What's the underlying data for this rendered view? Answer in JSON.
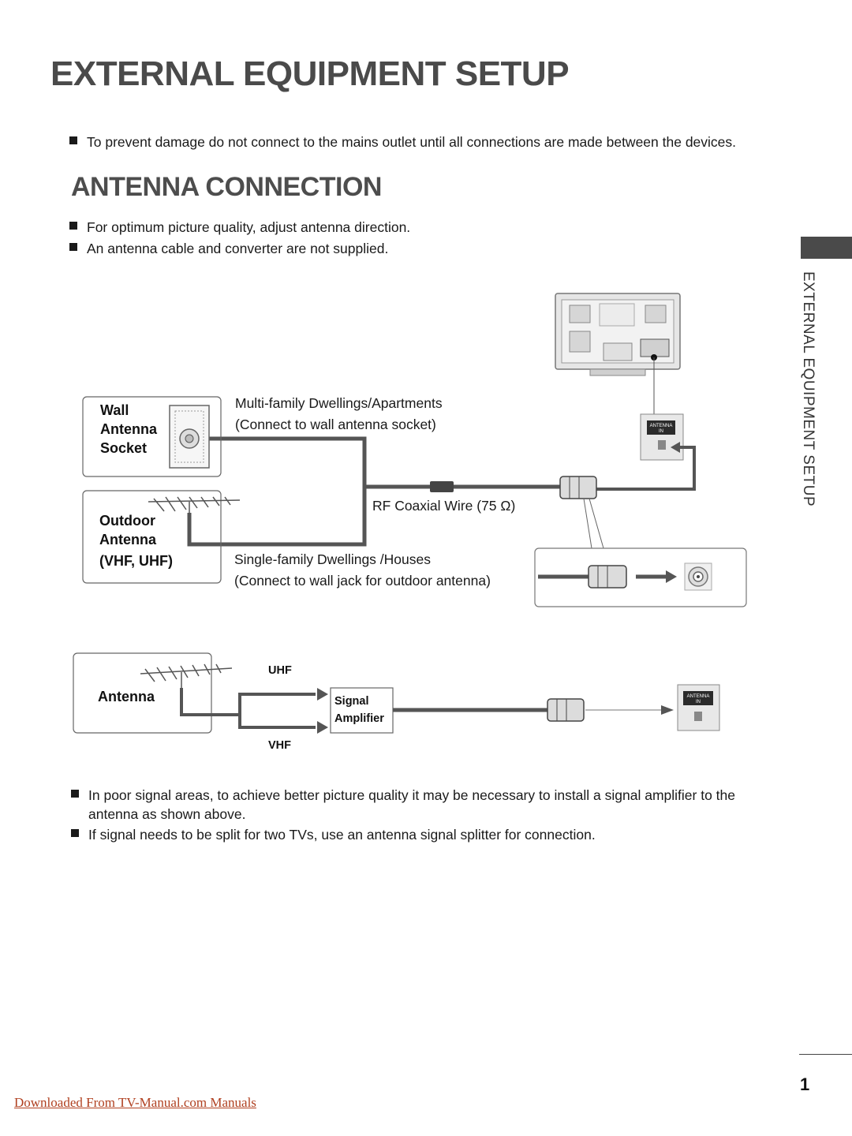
{
  "page": {
    "title": "EXTERNAL EQUIPMENT SETUP",
    "side_tab_text": "EXTERNAL EQUIPMENT SETUP",
    "page_number": "1",
    "footer_link": "Downloaded From TV-Manual.com Manuals"
  },
  "intro_bullets": [
    "To prevent damage do not connect to the mains outlet until all connections are made between the devices."
  ],
  "section": {
    "title": "ANTENNA CONNECTION",
    "bullets": [
      "For optimum picture quality, adjust antenna direction.",
      "An antenna cable and converter are not supplied."
    ]
  },
  "diagram1": {
    "wall_label": [
      "Wall",
      "Antenna",
      "Socket"
    ],
    "outdoor_label": [
      "Outdoor",
      "Antenna",
      "(VHF, UHF)"
    ],
    "multi_family": "Multi-family Dwellings/Apartments",
    "multi_family_note": "(Connect to wall antenna socket)",
    "rf_wire": "RF Coaxial Wire (75 Ω)",
    "single_family": "Single-family Dwellings /Houses",
    "single_family_note": "(Connect to wall jack for outdoor antenna)",
    "port_label": [
      "ANTENNA",
      "IN"
    ]
  },
  "diagram2": {
    "antenna_label": "Antenna",
    "uhf": "UHF",
    "vhf": "VHF",
    "amplifier_label": [
      "Signal",
      "Amplifier"
    ],
    "port_label": [
      "ANTENNA",
      "IN"
    ]
  },
  "bottom_bullets": [
    "In poor signal areas, to achieve better picture quality it may be necessary to install a signal amplifier to the antenna as shown above.",
    "If signal needs to be split for two TVs, use an antenna signal splitter for connection."
  ]
}
